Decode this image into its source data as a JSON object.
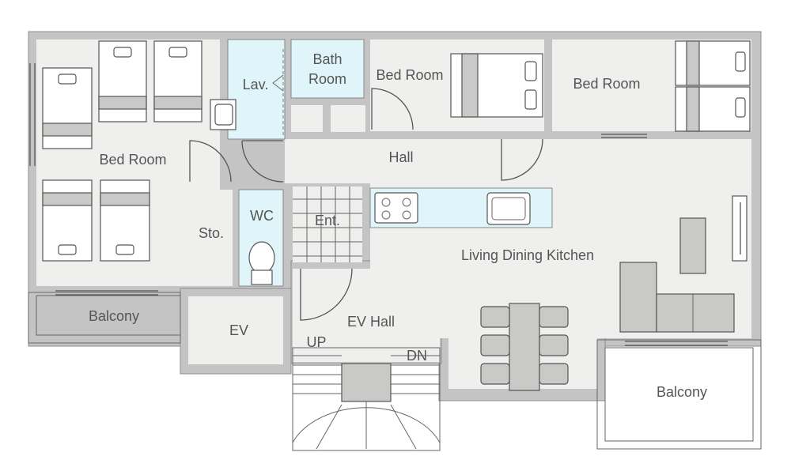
{
  "labels": {
    "bed_room_left": "Bed Room",
    "bed_room_mid": "Bed Room",
    "bed_room_right": "Bed Room",
    "lav": "Lav.",
    "bath_room_line1": "Bath",
    "bath_room_line2": "Room",
    "hall": "Hall",
    "storage": "Sto.",
    "wc": "WC",
    "entrance": "Ent.",
    "ldk": "Living Dining Kitchen",
    "balcony_left": "Balcony",
    "balcony_right": "Balcony",
    "ev": "EV",
    "ev_hall": "EV Hall",
    "stair_up": "UP",
    "stair_down": "DN"
  },
  "colors": {
    "wall": "#c3c4c3",
    "floor": "#efefee",
    "wet_area": "#dff5f9",
    "text": "#555555"
  }
}
